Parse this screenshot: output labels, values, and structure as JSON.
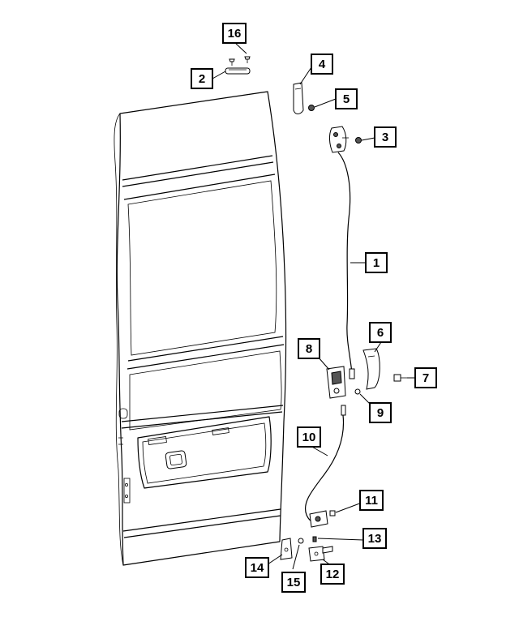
{
  "diagram": {
    "callouts": [
      {
        "id": "callout-1",
        "label": "1"
      },
      {
        "id": "callout-2",
        "label": "2"
      },
      {
        "id": "callout-3",
        "label": "3"
      },
      {
        "id": "callout-4",
        "label": "4"
      },
      {
        "id": "callout-5",
        "label": "5"
      },
      {
        "id": "callout-6",
        "label": "6"
      },
      {
        "id": "callout-7",
        "label": "7"
      },
      {
        "id": "callout-8",
        "label": "8"
      },
      {
        "id": "callout-9",
        "label": "9"
      },
      {
        "id": "callout-10",
        "label": "10"
      },
      {
        "id": "callout-11",
        "label": "11"
      },
      {
        "id": "callout-12",
        "label": "12"
      },
      {
        "id": "callout-13",
        "label": "13"
      },
      {
        "id": "callout-14",
        "label": "14"
      },
      {
        "id": "callout-15",
        "label": "15"
      },
      {
        "id": "callout-16",
        "label": "16"
      }
    ]
  }
}
